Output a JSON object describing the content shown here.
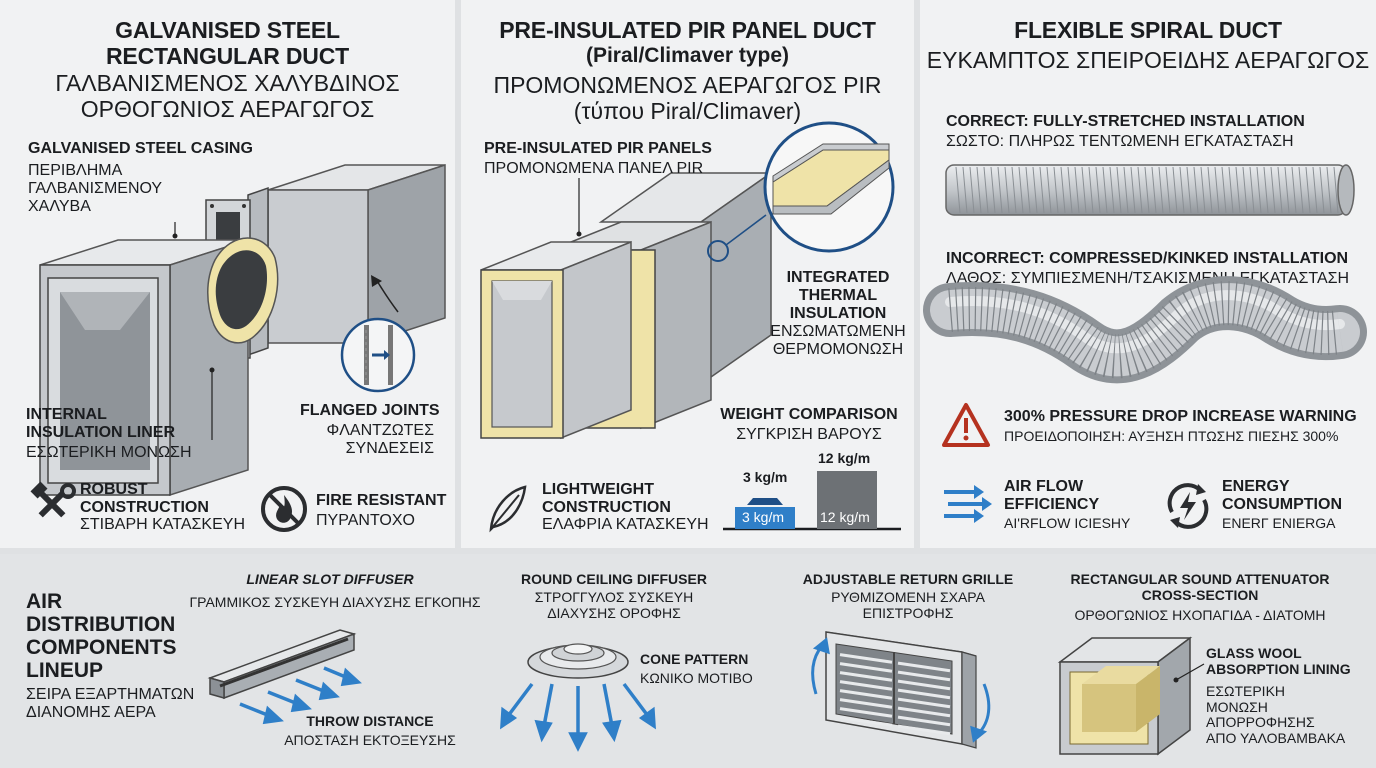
{
  "colors": {
    "accent_blue": "#2f7fc8",
    "dark_blue": "#1f4f86",
    "warning_red": "#b5321f",
    "insulation": "#efe3a8",
    "steel": "#c9ccd0",
    "panel_bg": "#f1f2f3",
    "bottom_bg": "#e2e4e6"
  },
  "galvanised": {
    "title_en": "GALVANISED STEEL\nRECTANGULAR DUCT",
    "title_gr": "ΓΑΛΒΑΝΙΣΜΕΝΟΣ ΧΑΛΥΒΔΙΝΟΣ\nΟΡΘΟΓΩΝΙΟΣ ΑΕΡΑΓΩΓΟΣ",
    "casing_en": "GALVANISED STEEL CASING",
    "casing_gr": "ΠΕΡΙΒΛΗΜΑ\nΓΑΛΒΑΝΙΣΜΕΝΟΥ\nΧΑΛΥΒΑ",
    "liner_en": "INTERNAL\nINSULATION LINER",
    "liner_gr": "ΕΣΩΤΕΡΙΚΗ ΜΟΝΩΣΗ",
    "flange_en": "FLANGED JOINTS",
    "flange_gr": "ΦΛΑΝΤΖΩΤΕΣ\nΣΥΝΔΕΣΕΙΣ",
    "robust_en": "ROBUST\nCONSTRUCTION",
    "robust_gr": "ΣΤΙΒΑΡΗ ΚΑΤΑΣΚΕΥΗ",
    "fire_en": "FIRE RESISTANT",
    "fire_gr": "ΠΥΡΑΝΤΟΧΟ"
  },
  "pir": {
    "title_en": "PRE-INSULATED PIR PANEL DUCT",
    "title_type": "(Piral/Climaver type)",
    "title_gr": "ΠΡΟΜΟΝΩΜΕΝΟΣ ΑΕΡΑΓΩΓΟΣ PIR\n(τύπου Piral/Climaver)",
    "panels_en": "PRE-INSULATED PIR PANELS",
    "panels_gr": "ΠΡΟΜΟΝΩΜΕΝΑ ΠΑΝΕΛ PIR",
    "thermal_en": "INTEGRATED\nTHERMAL\nINSULATION",
    "thermal_gr": "ΕΝΣΩΜΑΤΩΜΕΝΗ\nΘΕΡΜΟΜΟΝΩΣΗ",
    "weight_en": "WEIGHT COMPARISON",
    "weight_gr": "ΣΥΓΚΡΙΣΗ ΒΑΡΟΥΣ",
    "light_en": "LIGHTWEIGHT\nCONSTRUCTION",
    "light_gr": "ΕΛΑΦΡΙΑ ΚΑΤΑΣΚΕΥΗ",
    "bar1_top": "3 kg/m",
    "bar1_in": "3 kg/m",
    "bar2_top": "12 kg/m",
    "bar2_in": "12 kg/m",
    "weights": [
      3,
      12
    ]
  },
  "flex": {
    "title_en": "FLEXIBLE SPIRAL DUCT",
    "title_gr": "ΕΥΚΑΜΠΤΟΣ ΣΠΕΙΡΟΕΙΔΗΣ ΑΕΡΑΓΩΓΟΣ",
    "correct_en": "CORRECT: FULLY-STRETCHED INSTALLATION",
    "correct_gr": "ΣΩΣΤΟ: ΠΛΗΡΩΣ ΤΕΝΤΩΜΕΝΗ ΕΓΚΑΤΑΣΤΑΣΗ",
    "incorrect_en": "INCORRECT: COMPRESSED/KINKED INSTALLATION",
    "incorrect_gr": "ΛΑΘΟΣ: ΣΥΜΠΙΕΣΜΕΝΗ/ΤΣΑΚΙΣΜΕΝΗ ΕΓΚΑΤΑΣΤΑΣΗ",
    "warning_en": "300% PRESSURE DROP INCREASE WARNING",
    "warning_gr": "ΠΡΟΕΙΔΟΠΟΙΗΣΗ: ΑΥΞΗΣΗ ΠΤΩΣΗΣ ΠΙΕΣΗΣ 300%",
    "airflow_en": "AIR FLOW\nEFFICIENCY",
    "airflow_gr": "ΑΙ'RFLOW ICIESHY",
    "energy_en": "ENERGY\nCONSUMPTION",
    "energy_gr": "ΕΝΕRΓ ΕΝΙΕRGA"
  },
  "components": {
    "title_en": "AIR\nDISTRIBUTION\nCOMPONENTS\nLINEUP",
    "title_gr": "ΣΕΙΡΑ ΕΞΑΡΤΗΜΑΤΩΝ\nΔΙΑΝΟΜΗΣ ΑΕΡΑ",
    "linear_en": "LINEAR SLOT DIFFUSER",
    "linear_gr": "ΓΡΑΜΜΙΚΟΣ ΣΥΣΚΕΥΗ ΔΙΑΧΥΣΗΣ ΕΓΚΟΠΗΣ",
    "throw_en": "THROW DISTANCE",
    "throw_gr": "ΑΠΟΣΤΑΣΗ ΕΚΤΟΞΕΥΣΗΣ",
    "round_en": "ROUND CEILING DIFFUSER",
    "round_gr": "ΣΤΡΟΓΓΥΛΟΣ ΣΥΣΚΕΥΗ\nΔΙΑΧΥΣΗΣ ΟΡΟΦΗΣ",
    "cone_en": "CONE PATTERN",
    "cone_gr": "ΚΩΝΙΚΟ ΜΟΤΙΒΟ",
    "grille_en": "ADJUSTABLE RETURN GRILLE",
    "grille_gr": "ΡΥΘΜΙΖΟΜΕΝΗ ΣΧΑΡΑ\nΕΠΙΣΤΡΟΦΗΣ",
    "atten_en": "RECTANGULAR SOUND ATTENUATOR\nCROSS-SECTION",
    "atten_gr": "ΟΡΘΟΓΩΝΙΟΣ ΗΧΟΠΑΓΙΔΑ - ΔΙΑΤΟΜΗ",
    "wool_en": "GLASS WOOL\nABSORPTION LINING",
    "wool_gr": "ΕΣΩΤΕΡΙΚΗ\nΜΟΝΩΣΗ\nΑΠΟΡΡΟΦΗΣΗΣ\nΑΠΟ ΥΑΛΟΒΑΜΒΑΚΑ"
  }
}
